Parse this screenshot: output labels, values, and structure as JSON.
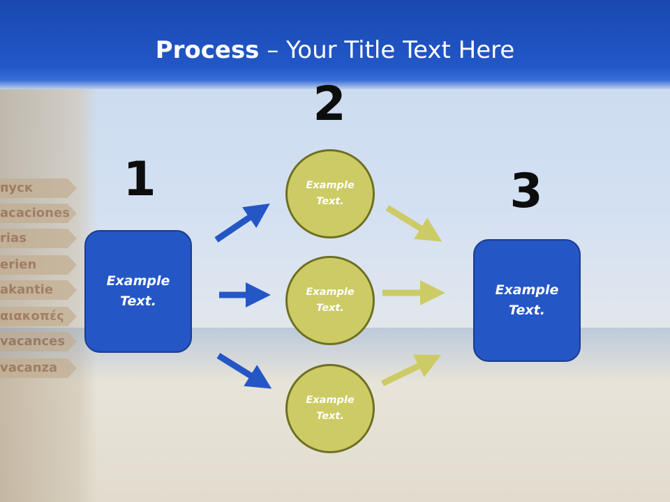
{
  "title": {
    "bold": "Process",
    "rest": " – Your Title Text Here"
  },
  "signs": [
    "пуск",
    "acaciones",
    "rias",
    "erien",
    "akantie",
    "αιακοπές",
    "vacances",
    "vacanza"
  ],
  "steps": [
    {
      "number": "1",
      "box_text": "Example Text."
    },
    {
      "number": "2",
      "circles": [
        "Example Text.",
        "Example Text.",
        "Example Text."
      ]
    },
    {
      "number": "3",
      "box_text": "Example Text."
    }
  ],
  "colors": {
    "blue": "#2456c6",
    "olive": "#cccb66",
    "olive_border": "#6e6f22",
    "header": "#2257c8"
  }
}
